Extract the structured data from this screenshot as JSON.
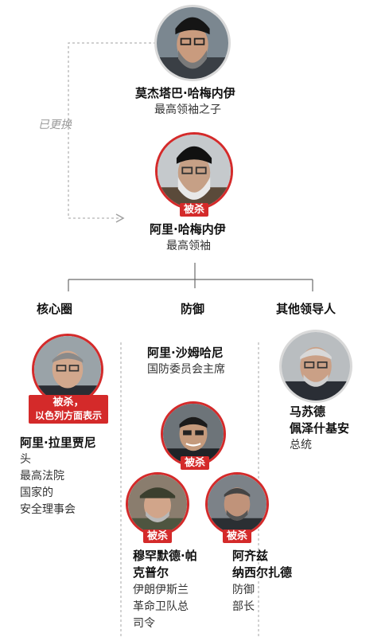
{
  "replaced_label": "已更换",
  "top": {
    "name": "莫杰塔巴·哈梅内伊",
    "title": "最高领袖之子"
  },
  "leader": {
    "badge": "被杀",
    "name": "阿里·哈梅内伊",
    "title": "最高领袖"
  },
  "columns": {
    "inner": "核心圈",
    "defense": "防御",
    "other": "其他领导人"
  },
  "larijani": {
    "badge_line1": "被杀，",
    "badge_line2": "以色列方面表示",
    "name": "阿里·拉里贾尼",
    "title_lines": [
      "头",
      "最高法院",
      "国家的",
      "安全理事会"
    ]
  },
  "shamkhani": {
    "name": "阿里·沙姆哈尼",
    "title": "国防委员会主席",
    "badge": "被杀"
  },
  "pakpour": {
    "badge": "被杀",
    "name_lines": [
      "穆罕默德·帕",
      "克普尔"
    ],
    "title_lines": [
      "伊朗伊斯兰",
      "革命卫队总",
      "司令"
    ]
  },
  "nasirzadeh": {
    "badge": "被杀",
    "name_lines": [
      "阿齐兹",
      "纳西尔扎德"
    ],
    "title_lines": [
      "防御",
      "部长"
    ]
  },
  "pezeshkian": {
    "name_lines": [
      "马苏德",
      "佩泽什基安"
    ],
    "title": "总统"
  }
}
